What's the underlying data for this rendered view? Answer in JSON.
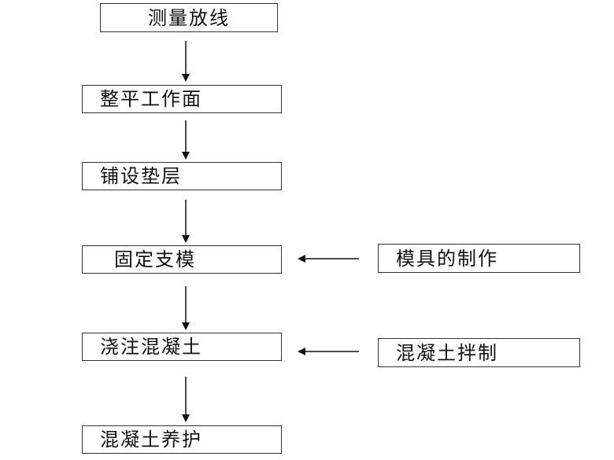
{
  "flowchart": {
    "steps": [
      "测量放线",
      "整平工作面",
      "铺设垫层",
      "固定支模",
      "浇注混凝土",
      "混凝土养护"
    ],
    "side_inputs": [
      "模具的制作",
      "混凝土拌制"
    ]
  }
}
